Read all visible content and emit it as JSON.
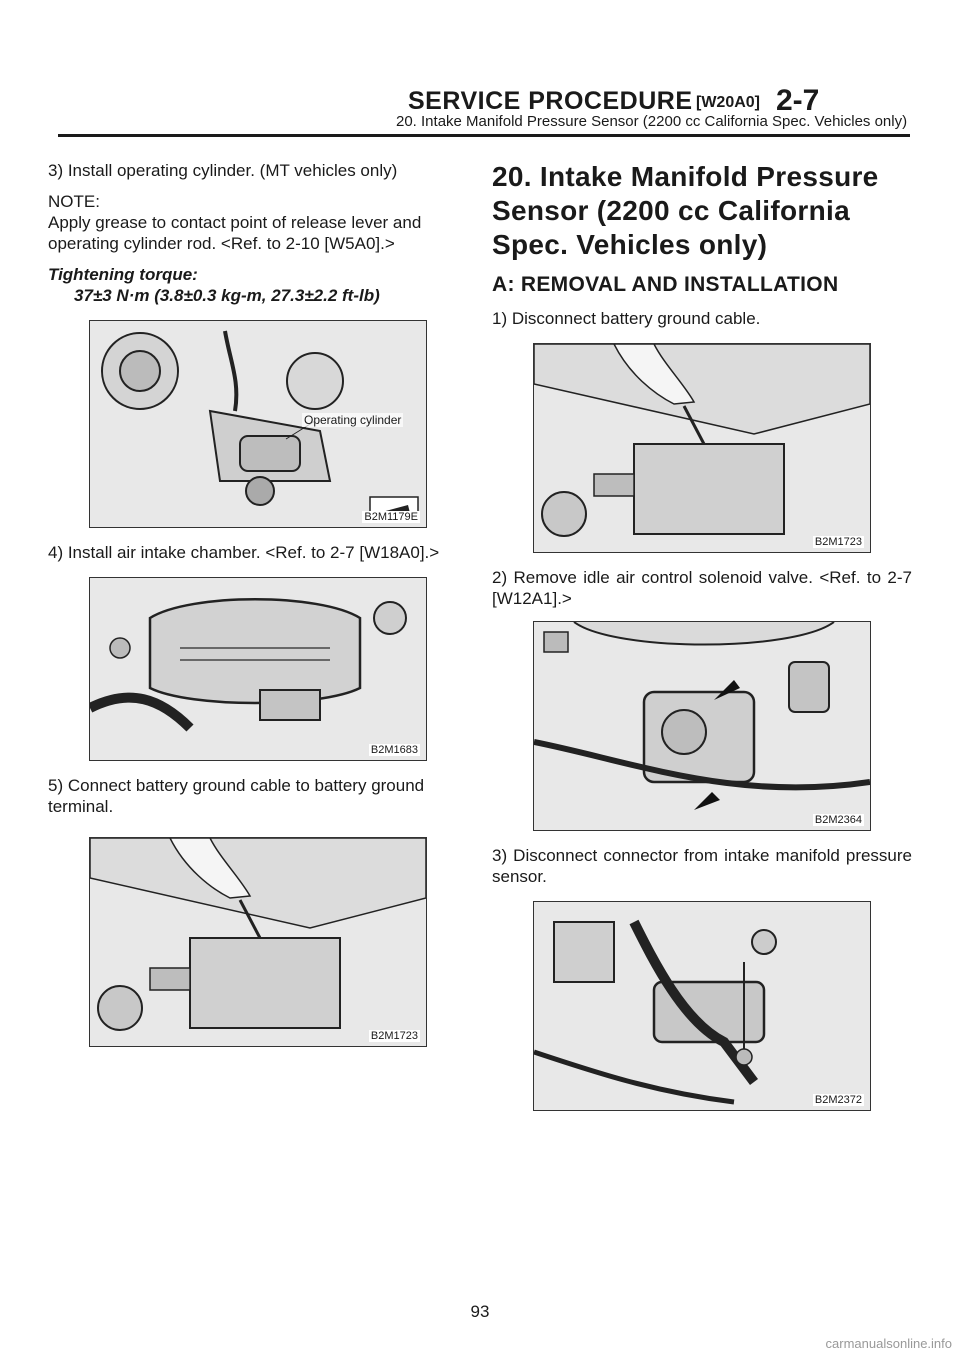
{
  "header": {
    "section_title": "SERVICE PROCEDURE",
    "code": "[W20A0]",
    "chapter": "2-7",
    "subtitle": "20. Intake Manifold Pressure Sensor (2200 cc California Spec. Vehicles only)"
  },
  "left_column": {
    "step3": "3) Install operating cylinder. (MT vehicles only)",
    "note_label": "NOTE:",
    "note_text": "Apply grease to contact point of release lever and operating cylinder rod. <Ref. to 2-10 [W5A0].>",
    "torque_label": "Tightening torque:",
    "torque_value": "37±3 N·m (3.8±0.3 kg-m, 27.3±2.2 ft-lb)",
    "fig1": {
      "label": "B2M1179E",
      "callout": "Operating cylinder"
    },
    "step4": "4) Install air intake chamber. <Ref. to 2-7 [W18A0].>",
    "fig2": {
      "label": "B2M1683"
    },
    "step5": "5) Connect battery ground cable to battery ground terminal.",
    "fig3": {
      "label": "B2M1723"
    }
  },
  "right_column": {
    "section_heading": "20. Intake Manifold Pressure Sensor (2200 cc California Spec. Vehicles only)",
    "sub_heading": "A: REMOVAL AND INSTALLATION",
    "step1": "1) Disconnect battery ground cable.",
    "fig4": {
      "label": "B2M1723"
    },
    "step2": "2) Remove idle air control solenoid valve. <Ref. to 2-7 [W12A1].>",
    "fig5": {
      "label": "B2M2364"
    },
    "step3": "3) Disconnect connector from intake manifold pressure sensor.",
    "fig6": {
      "label": "B2M2372"
    }
  },
  "page_number": "93",
  "watermark": "carmanualsonline.info"
}
